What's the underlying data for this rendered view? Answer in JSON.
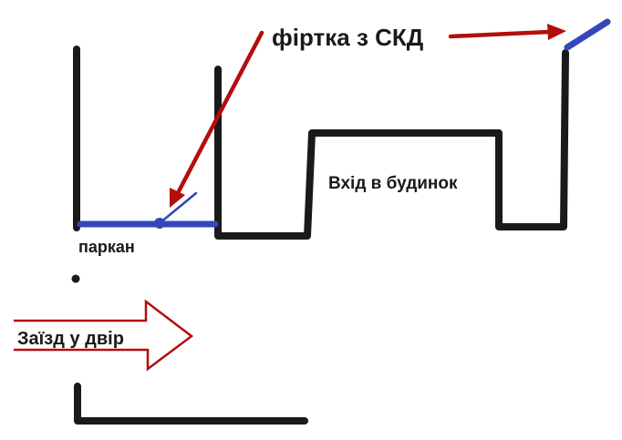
{
  "labels": {
    "gate": "фіртка з СКД",
    "house_entrance": "Вхід в будинок",
    "fence": "паркан",
    "driveway": "Заїзд у двір"
  },
  "colors": {
    "wall": "#1a1a1a",
    "gate_line": "#3347b8",
    "arrow": "#b30d0d",
    "background": "#ffffff"
  }
}
